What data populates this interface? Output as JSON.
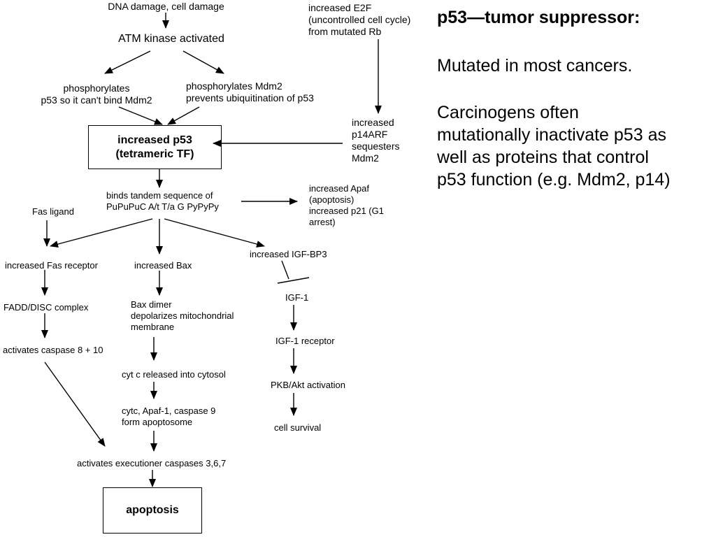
{
  "diagram": {
    "dna_damage": "DNA damage, cell damage",
    "atm": "ATM kinase activated",
    "phos_p53": [
      "phosphorylates",
      "p53 so it can't bind Mdm2"
    ],
    "phos_mdm2": [
      "phosphorylates Mdm2",
      "prevents ubiquitination of p53"
    ],
    "e2f": [
      "increased E2F",
      "(uncontrolled cell cycle)",
      "from mutated Rb"
    ],
    "p14arf": [
      "increased",
      "p14ARF",
      "sequesters",
      "Mdm2"
    ],
    "p53_box": [
      "increased p53",
      "(tetrameric TF)"
    ],
    "binds": [
      "binds tandem sequence of",
      "PuPuPuC A/t T/a G PyPyPy"
    ],
    "apaf": [
      "increased Apaf",
      "(apoptosis)",
      "increased p21 (G1",
      "arrest)"
    ],
    "fas_ligand": "Fas ligand",
    "fas_receptor": "increased Fas receptor",
    "fadd": "FADD/DISC complex",
    "caspase810": "activates caspase 8 + 10",
    "bax": "increased Bax",
    "bax_dimer": [
      "Bax dimer",
      "depolarizes mitochondrial",
      "membrane"
    ],
    "cytc": "cyt c released into cytosol",
    "apoptosome": [
      "cytc, Apaf-1, caspase 9",
      "form apoptosome"
    ],
    "executioner": "activates executioner caspases 3,6,7",
    "apoptosis": "apoptosis",
    "igfbp3": "increased IGF-BP3",
    "igf1": "IGF-1",
    "igf1_receptor": "IGF-1 receptor",
    "pkb": "PKB/Akt activation",
    "survival": "cell survival"
  },
  "right_panel": {
    "title": "p53—tumor suppressor:",
    "line1": "Mutated in most cancers.",
    "line2": [
      "Carcinogens often",
      "mutationally inactivate p53 as",
      "well as proteins that control",
      "p53 function (e.g. Mdm2, p14)"
    ]
  }
}
